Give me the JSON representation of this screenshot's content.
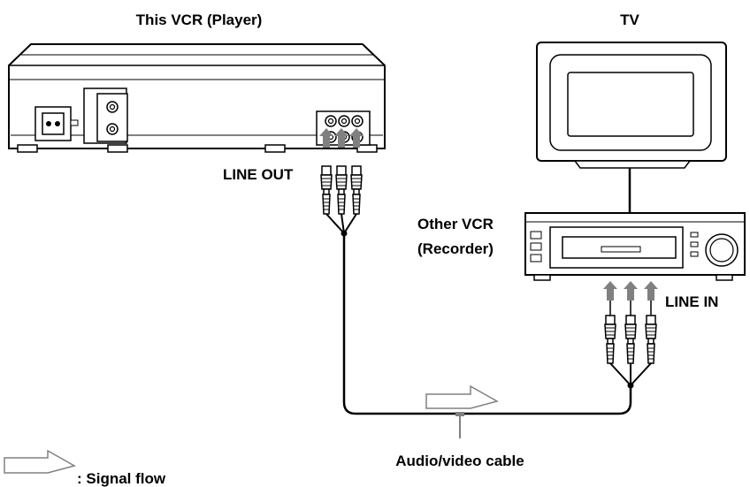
{
  "labels": {
    "player_vcr": "This VCR (Player)",
    "tv": "TV",
    "line_out": "LINE OUT",
    "other_vcr_line1": "Other VCR",
    "other_vcr_line2": "(Recorder)",
    "line_in": "LINE IN",
    "cable": "Audio/video cable",
    "legend": ": Signal flow"
  },
  "icons": {
    "signal_flow_arrow": "hollow-arrow-icon",
    "plug": "rca-plug-icon"
  },
  "colors": {
    "stroke": "#000000",
    "arrow_fill": "#808080",
    "device_fill": "#ffffff",
    "panel_fill": "#f2f2f2"
  }
}
